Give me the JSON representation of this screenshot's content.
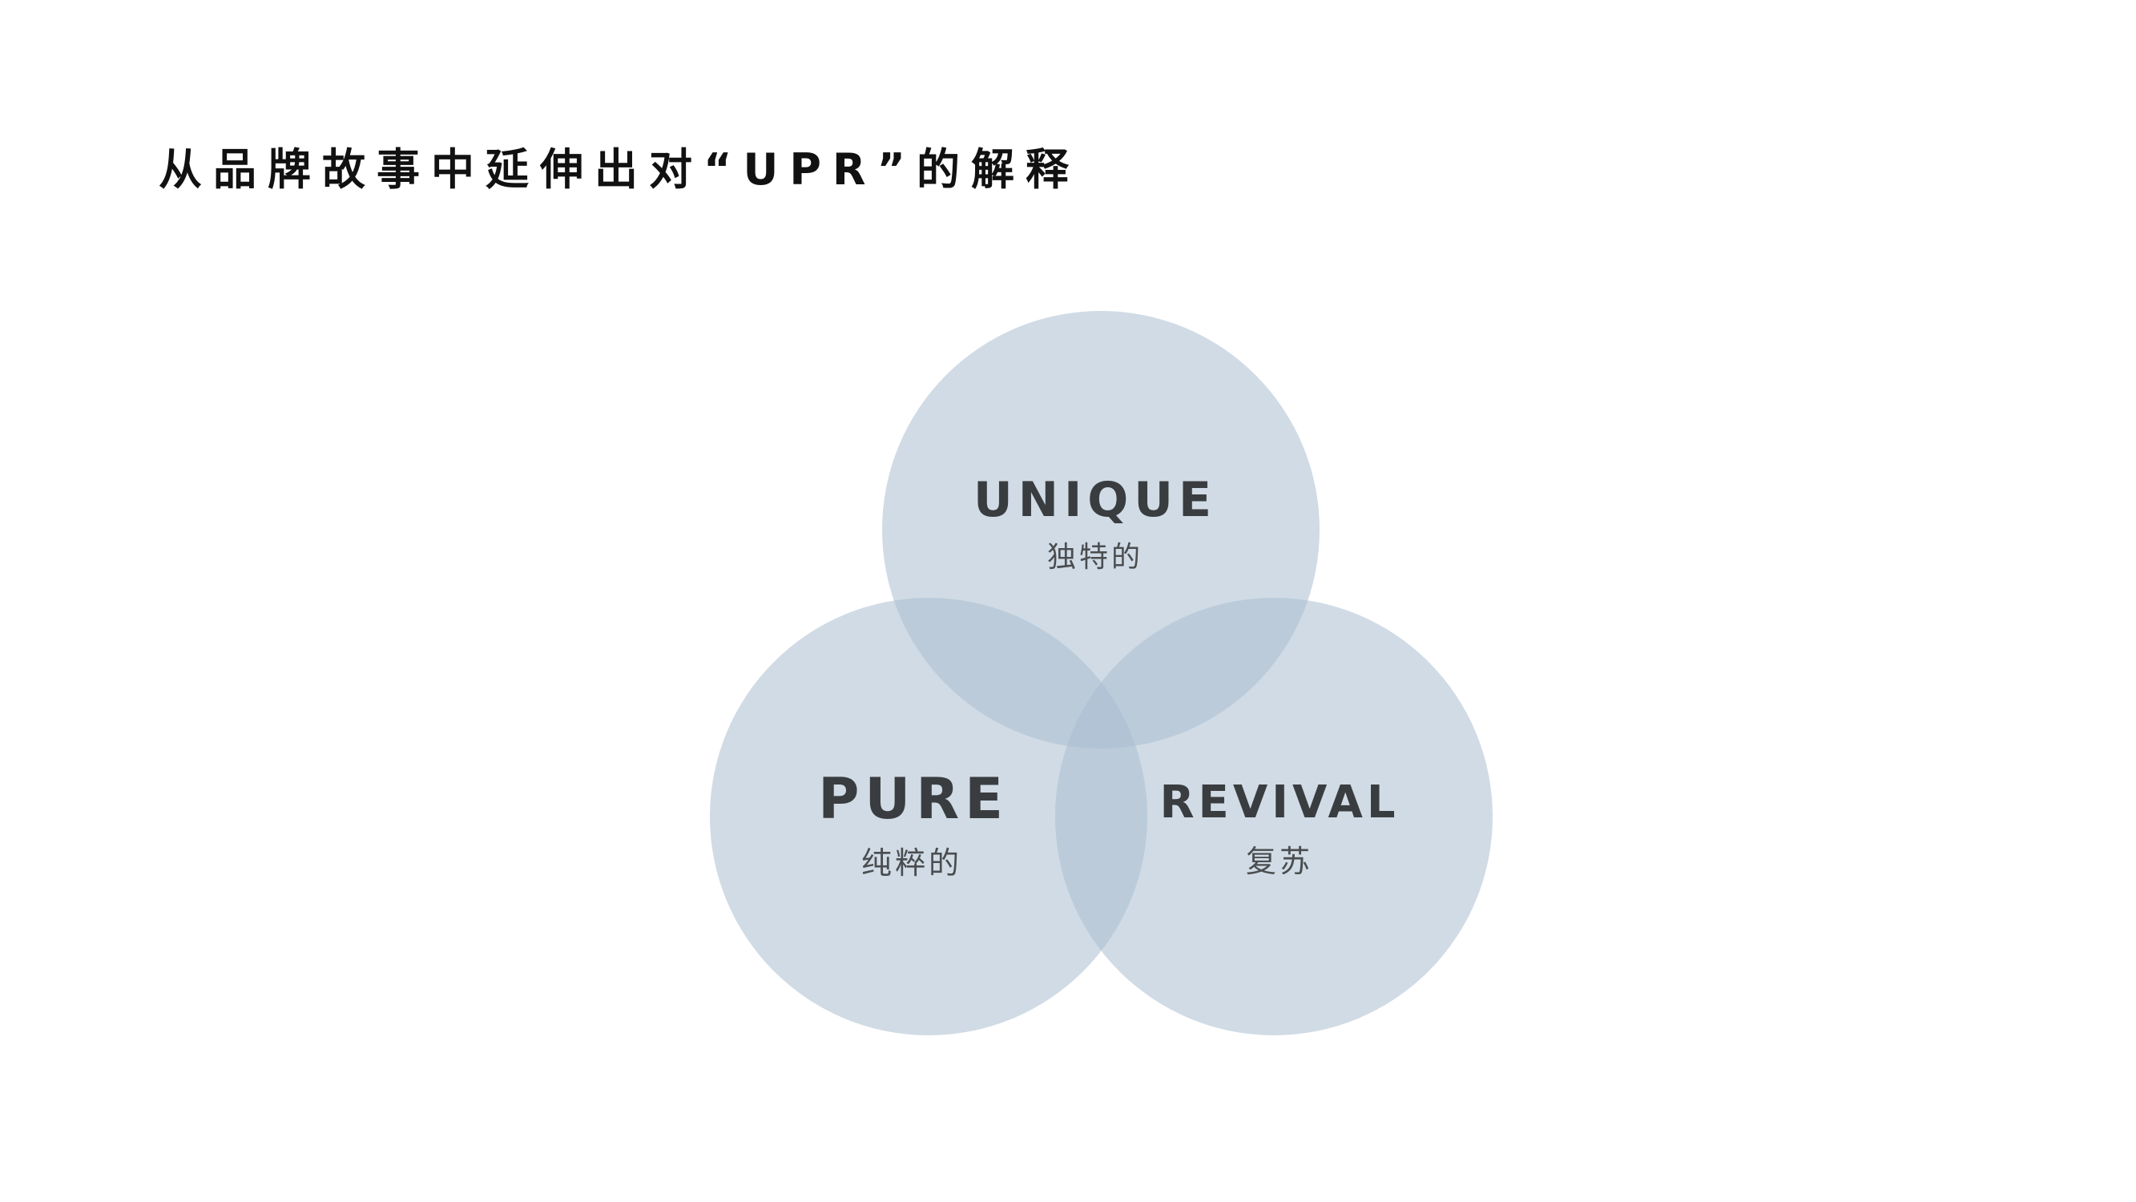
{
  "title": "从品牌故事中延伸出对“UPR”的解释",
  "circles": [
    {
      "en": "UNIQUE",
      "zh": "独特的"
    },
    {
      "en": "PURE",
      "zh": "纯粹的"
    },
    {
      "en": "REVIVAL",
      "zh": "复苏"
    }
  ],
  "colors": {
    "circle_fill": "#a9becf",
    "label_text": "#3a3d40",
    "title_text": "#111111"
  }
}
